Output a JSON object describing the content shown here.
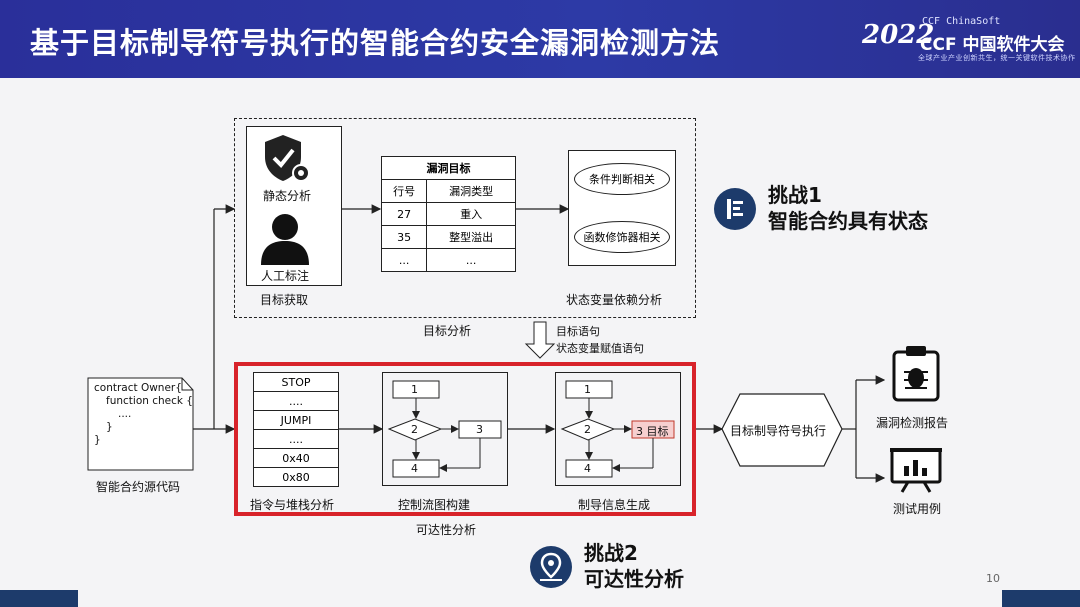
{
  "header": {
    "title": "基于目标制导符号执行的智能合约安全漏洞检测方法",
    "logo_year": "2022",
    "logo_small": "CCF ChinaSoft",
    "logo_main": "CCF 中国软件大会",
    "logo_tagline": "全球产业产业创新共生，统一关键软件技术协作"
  },
  "target_region": {
    "static_label": "静态分析",
    "manual_label": "人工标注",
    "acquire_label": "目标获取",
    "vuln_table": {
      "title": "漏洞目标",
      "headers": [
        "行号",
        "漏洞类型"
      ],
      "rows": [
        [
          "27",
          "重入"
        ],
        [
          "35",
          "整型溢出"
        ],
        [
          "...",
          "..."
        ]
      ]
    },
    "state_ovals": [
      "条件判断相关",
      "函数修饰器相关"
    ],
    "state_label": "状态变量依赖分析",
    "region_label": "目标分析"
  },
  "down_arrow_labels": [
    "目标语句",
    "状态变量赋值语句"
  ],
  "source": {
    "code_lines": [
      "contract Owner{",
      "function check {",
      "....",
      "}",
      "}"
    ],
    "label": "智能合约源代码"
  },
  "reachability": {
    "stack_cells": [
      "STOP",
      "....",
      "JUMPI",
      "....",
      "0x40",
      "0x80"
    ],
    "stack_label": "指令与堆栈分析",
    "cfg_nodes": [
      "1",
      "2",
      "3",
      "4"
    ],
    "cfg_label": "控制流图构建",
    "guide_nodes": [
      "1",
      "2",
      "3 目标",
      "4"
    ],
    "guide_label": "制导信息生成",
    "region_label": "可达性分析"
  },
  "execution": {
    "hex_label": "目标制导符号执行",
    "report_label": "漏洞检测报告",
    "testcase_label": "测试用例"
  },
  "challenges": {
    "c1_title": "挑战1",
    "c1_text": "智能合约具有状态",
    "c2_title": "挑战2",
    "c2_text": "可达性分析"
  },
  "page_number": "10",
  "colors": {
    "header": "#2a2f9a",
    "accent_red": "#d8232a",
    "navy": "#1d3b6b",
    "target_fill": "#f6cfcf"
  },
  "icons": [
    "shield-gear-icon",
    "person-icon",
    "list-icon",
    "map-pin-icon",
    "bug-clipboard-icon",
    "chart-board-icon"
  ]
}
